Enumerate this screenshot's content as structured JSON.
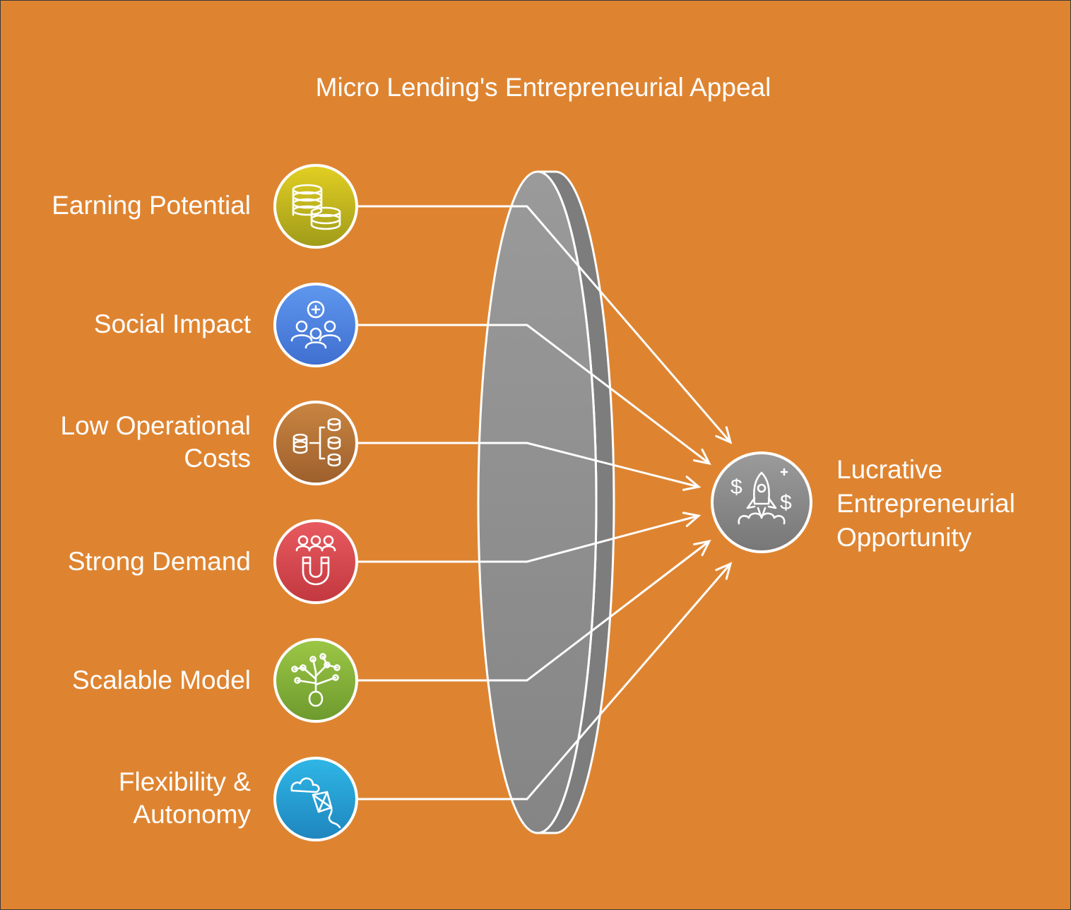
{
  "title": "Micro Lending's Entrepreneurial Appeal",
  "colors": {
    "background": "#DE8431",
    "lens": "#8f8f8f",
    "stroke": "#ffffff"
  },
  "factors": [
    {
      "lines": [
        "Earning Potential"
      ],
      "icon": "coin-stacks-icon",
      "color_top": "#e2cf22",
      "color_bottom": "#9f9b1a"
    },
    {
      "lines": [
        "Social Impact"
      ],
      "icon": "community-plus-icon",
      "color_top": "#5f97ee",
      "color_bottom": "#3f6fd0"
    },
    {
      "lines": [
        "Low Operational",
        "Costs"
      ],
      "icon": "database-cost-icon",
      "color_top": "#c98541",
      "color_bottom": "#9d5f2c"
    },
    {
      "lines": [
        "Strong Demand"
      ],
      "icon": "people-magnet-icon",
      "color_top": "#e85b60",
      "color_bottom": "#c2383f"
    },
    {
      "lines": [
        "Scalable Model"
      ],
      "icon": "growing-tree-icon",
      "color_top": "#9cc745",
      "color_bottom": "#6d9a2e"
    },
    {
      "lines": [
        "Flexibility &",
        "Autonomy"
      ],
      "icon": "kite-cloud-icon",
      "color_top": "#2fb7e6",
      "color_bottom": "#1e85bd"
    }
  ],
  "outcome": {
    "lines": [
      "Lucrative",
      "Entrepreneurial",
      "Opportunity"
    ],
    "icon": "rocket-money-icon",
    "color_top": "#9b9b9b",
    "color_bottom": "#777777"
  }
}
